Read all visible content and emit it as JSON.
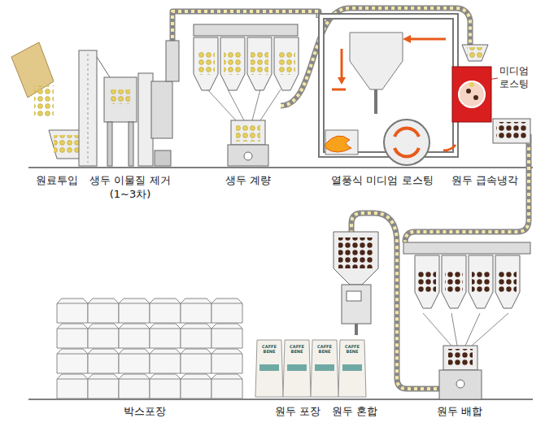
{
  "diagram": {
    "labels": [
      "원료투입",
      "생두 이물질 제거 (1~3차)",
      "생두 계량",
      "열풍식  미디엄 로스팅",
      "원두 급속냉각",
      "미디엄 로스팅",
      "박스포장",
      "원두 포장",
      "원두 혼합",
      "원두 배합",
      "CAFFE BENE",
      "CAFFE BENE",
      "CAFFE BENE",
      "CAFFE BENE"
    ]
  }
}
